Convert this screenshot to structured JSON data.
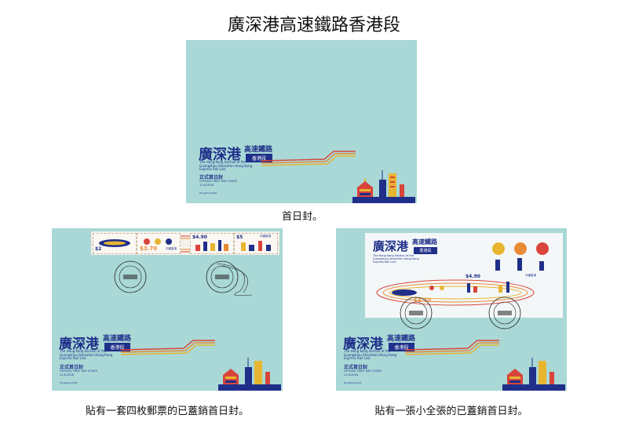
{
  "title": "廣深港高速鐵路香港段",
  "cover_brand": {
    "main": "廣深港",
    "sub_top": "高速鐵路",
    "sub_box": "香港段",
    "english": "The Hong Kong Section of the\nGuangzhou-Shenzhen-Hong Kong\nExpress Rail Link",
    "fdc_zh": "正式首日封",
    "fdc_en": "OFFICIAL FIRST DAY COVER",
    "date": "11.6.2018",
    "footer": "Hongkong Post"
  },
  "stamps": {
    "country": "中國香港",
    "country_en": "HONG KONG, CHINA",
    "val_1": "$2",
    "val_2": "$3.70",
    "val_3": "$4.90",
    "val_4": "$5"
  },
  "captions": {
    "top": "首日封。",
    "bottom_left": "貼有一套四枚郵票的已蓋銷首日封。",
    "bottom_right": "貼有一張小全張的已蓋銷首日封。"
  },
  "colors": {
    "cover_bg": "#a9d8d6",
    "brand_blue": "#1f2f8a",
    "accent_red": "#d9443b",
    "accent_orange": "#e98a35",
    "accent_gold": "#e8b531"
  }
}
